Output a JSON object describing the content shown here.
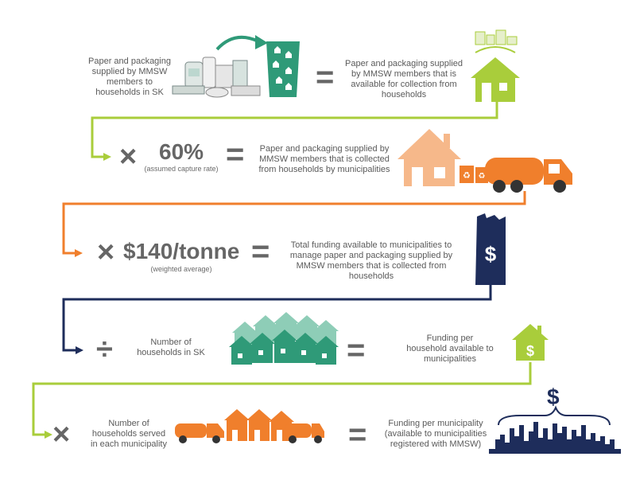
{
  "colors": {
    "lime": "#a9cd3b",
    "orange": "#f07f2c",
    "peach": "#f6b88a",
    "navy": "#1e2d5b",
    "teal": "#2f9a78",
    "lightteal": "#8ecdb7",
    "gray": "#6d6d6d"
  },
  "row1": {
    "left_text": "Paper and packaging supplied by MMSW members to households in SK",
    "equals": "=",
    "right_text": "Paper and packaging supplied by MMSW members that is available for collection from households"
  },
  "row2": {
    "times": "×",
    "value": "60%",
    "note": "(assumed capture rate)",
    "equals": "=",
    "right_text": "Paper and packaging supplied by MMSW members that is collected from households by municipalities"
  },
  "row3": {
    "times": "×",
    "value": "$140/tonne",
    "note": "(weighted average)",
    "equals": "=",
    "right_text": "Total funding available to municipalities to manage paper and packaging supplied by MMSW members that is collected from households",
    "icon_symbol": "$"
  },
  "row4": {
    "divide": "÷",
    "left_text": "Number of households in SK",
    "equals": "=",
    "right_text": "Funding per household available to municipalities",
    "icon_symbol": "$"
  },
  "row5": {
    "times": "×",
    "left_text": "Number of households served in each municipality",
    "equals": "=",
    "right_text": "Funding per municipality (available to municipalities registered with MMSW)",
    "icon_symbol": "$"
  }
}
